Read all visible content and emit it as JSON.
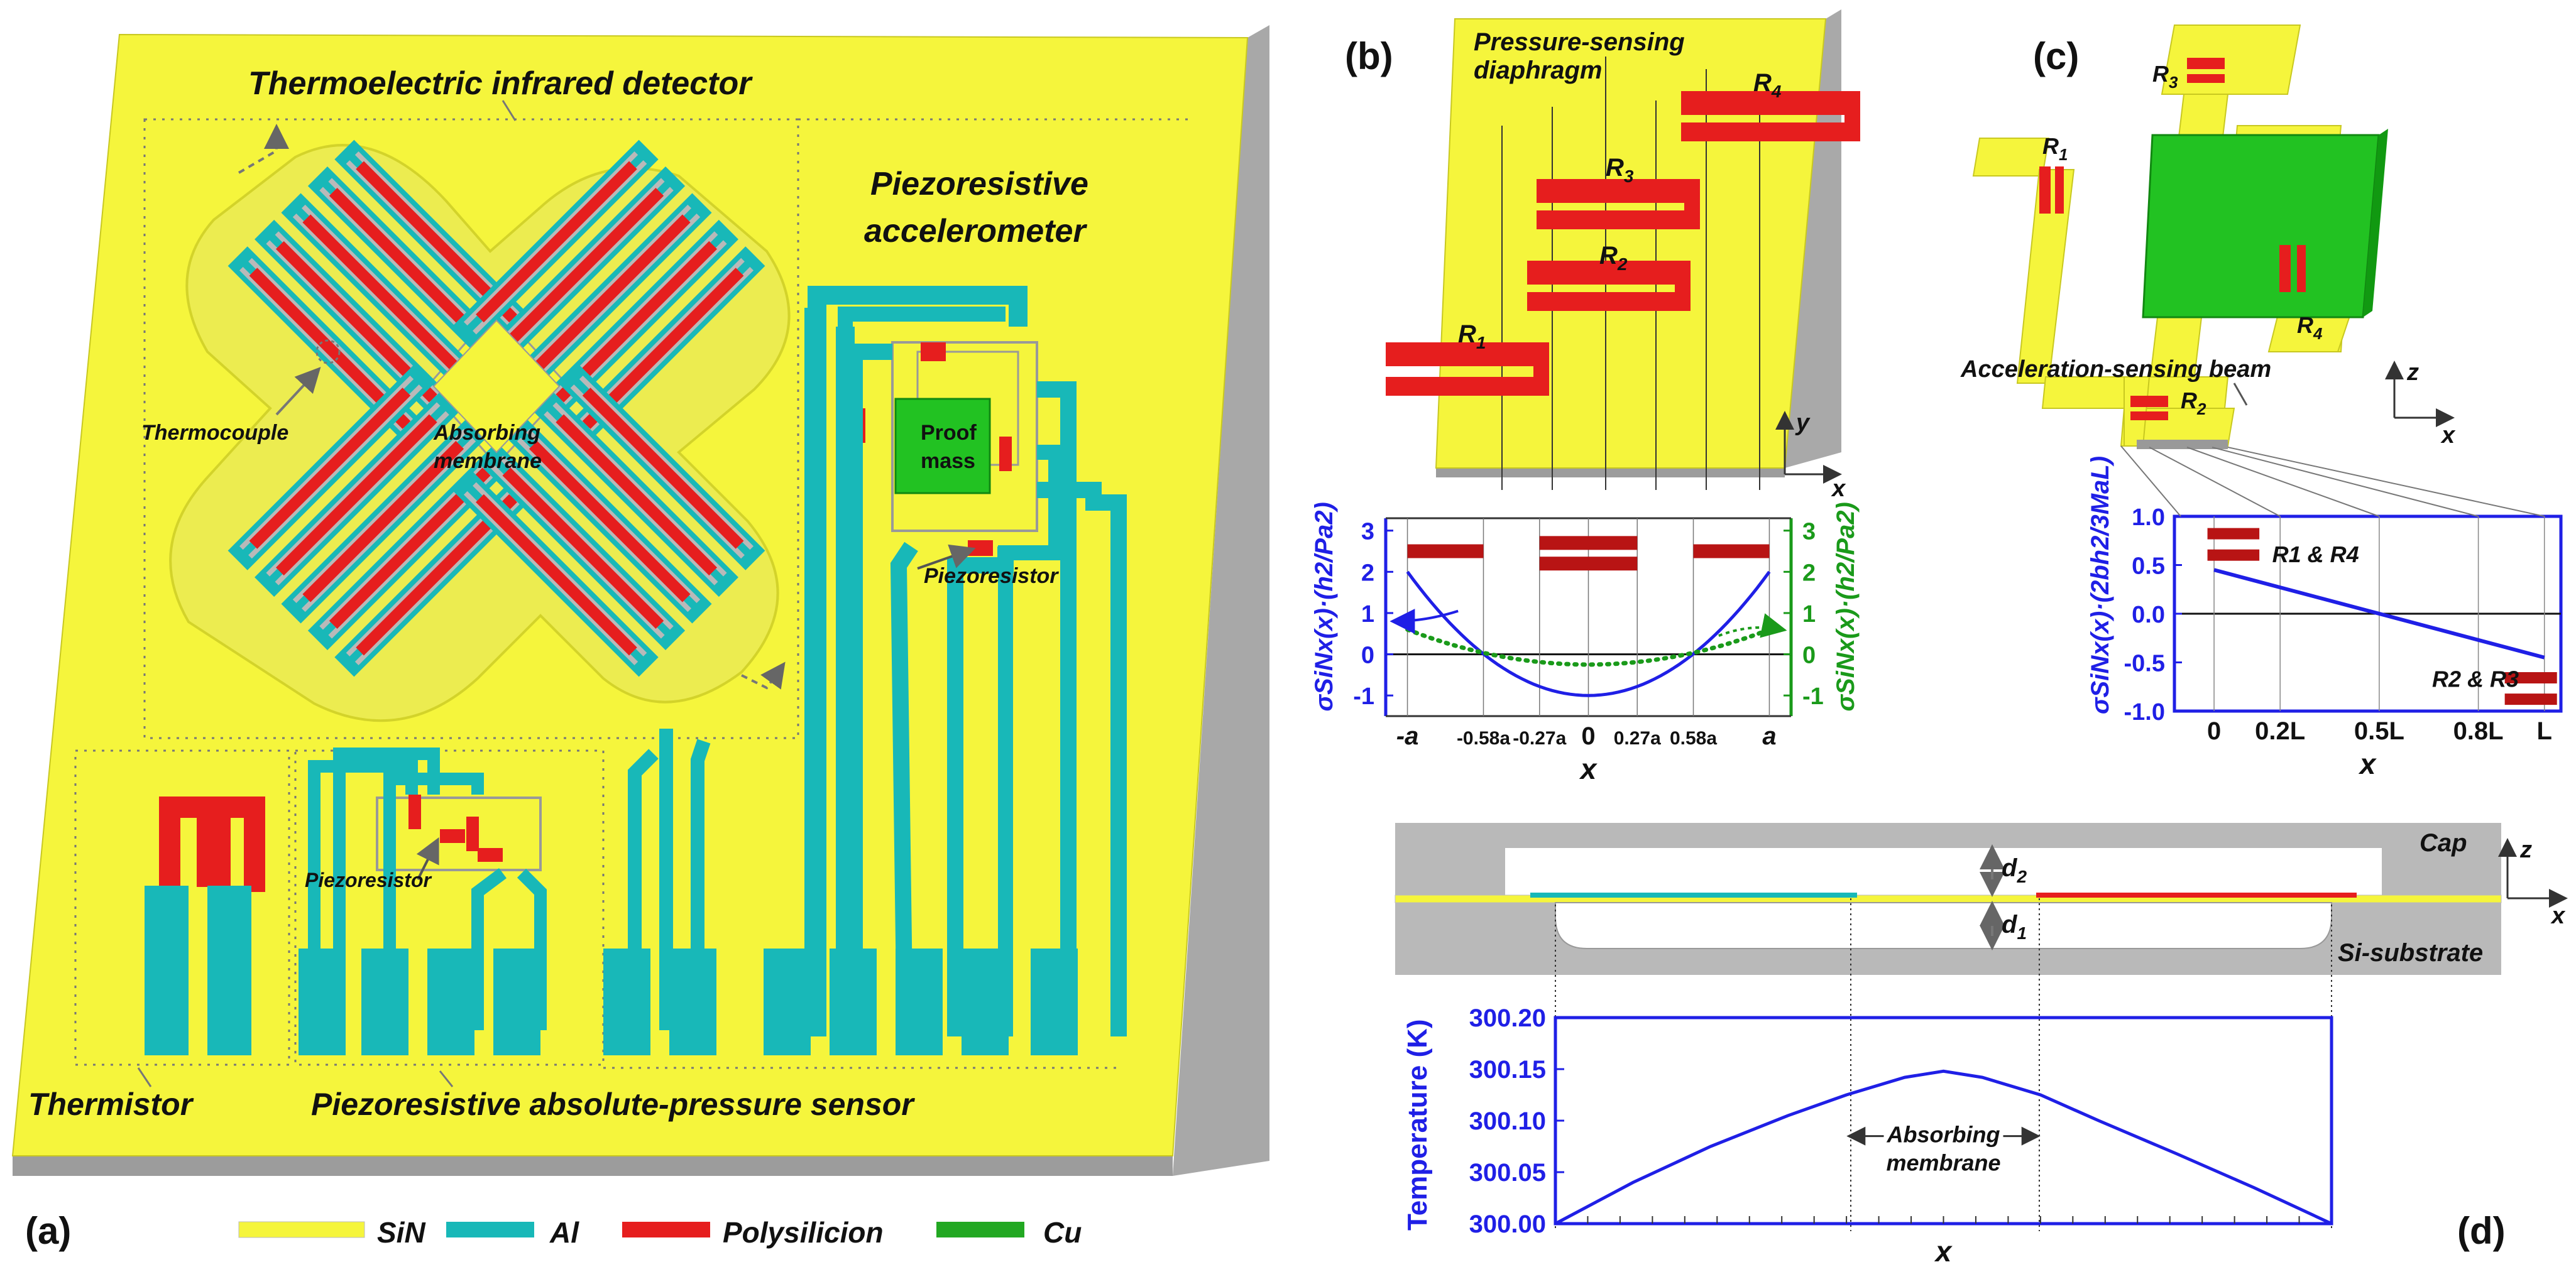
{
  "colors": {
    "sin": "#f5f53c",
    "al": "#18b8b8",
    "poly": "#e61e1e",
    "cu": "#22c222",
    "blue": "#1f1fe6",
    "green": "#1a9a1a",
    "gray": "#b9b9b9"
  },
  "panel_a": {
    "tag": "(a)",
    "title_ir": "Thermoelectric infrared detector",
    "title_acc_1": "Piezoresistive",
    "title_acc_2": "accelerometer",
    "thermocouple": "Thermocouple",
    "absorbing_1": "Absorbing",
    "absorbing_2": "membrane",
    "proof_1": "Proof",
    "proof_2": "mass",
    "piezoresistor_acc": "Piezoresistor",
    "piezoresistor_ps": "Piezoresistor",
    "thermistor": "Thermistor",
    "pressure_sensor": "Piezoresistive absolute-pressure sensor"
  },
  "legend": [
    {
      "label": "SiN",
      "color": "#f5f53c"
    },
    {
      "label": "Al",
      "color": "#18b8b8"
    },
    {
      "label": "Polysilicion",
      "color": "#e61e1e"
    },
    {
      "label": "Cu",
      "color": "#22c222"
    }
  ],
  "panel_b": {
    "tag": "(b)",
    "diaphragm_1": "Pressure-sensing",
    "diaphragm_2": "diaphragm",
    "r1": "R",
    "r1_sub": "1",
    "r2": "R",
    "r2_sub": "2",
    "r3": "R",
    "r3_sub": "3",
    "r4": "R",
    "r4_sub": "4",
    "axis_x": "x",
    "axis_y": "y"
  },
  "panel_c": {
    "tag": "(c)",
    "beam": "Acceleration-sensing beam",
    "proof_color": "#22c222",
    "axis_x": "x",
    "axis_z": "z"
  },
  "panel_d": {
    "tag": "(d)",
    "cap": "Cap",
    "substrate": "Si-substrate",
    "d2": "d",
    "d2_sub": "2",
    "d1": "d",
    "d1_sub": "1",
    "absorbing_1": "Absorbing",
    "absorbing_2": "membrane",
    "axis_z": "z",
    "axis_x": "x"
  },
  "chart_data": [
    {
      "type": "line",
      "panel": "b",
      "xlabel": "x",
      "ylabel_left": "σSiNx(x)·(h2/Pa2)",
      "ylabel_right": "σSiNx(x)·(h2/Pa2)",
      "x_ticks": [
        "-a",
        "-0.58a",
        "-0.27a",
        "0",
        "0.27a",
        "0.58a",
        "a"
      ],
      "x_tick_values": [
        -1,
        -0.58,
        -0.27,
        0,
        0.27,
        0.58,
        1
      ],
      "xlim": [
        -1.12,
        1.12
      ],
      "ylim_left": [
        -1.5,
        3.3
      ],
      "y_ticks_left": [
        -1,
        0,
        1,
        2,
        3
      ],
      "ylim_right": [
        -1.5,
        3.3
      ],
      "y_ticks_right": [
        -1,
        0,
        1,
        2,
        3
      ],
      "series": [
        {
          "axis": "left",
          "style": "solid",
          "color": "#1f1fe6",
          "x": [
            -1,
            -0.8,
            -0.58,
            -0.4,
            -0.2,
            0,
            0.2,
            0.4,
            0.58,
            0.8,
            1
          ],
          "y": [
            2.0,
            0.92,
            0.0,
            -0.52,
            -0.88,
            -1.0,
            -0.88,
            -0.52,
            0.0,
            0.92,
            2.0
          ]
        },
        {
          "axis": "right",
          "style": "dotted",
          "color": "#1a9a1a",
          "x": [
            -1,
            -0.8,
            -0.58,
            -0.4,
            -0.2,
            0,
            0.2,
            0.4,
            0.58,
            0.8,
            1
          ],
          "y": [
            0.6,
            0.27,
            0.0,
            -0.13,
            -0.22,
            -0.25,
            -0.22,
            -0.13,
            0.0,
            0.27,
            0.6
          ]
        }
      ]
    },
    {
      "type": "line",
      "panel": "c",
      "xlabel": "x",
      "ylabel": "σSiNx(x)·(2bh2/3MaL)",
      "x_ticks": [
        "0",
        "0.2L",
        "0.5L",
        "0.8L",
        "L"
      ],
      "x_tick_values": [
        0,
        0.2,
        0.5,
        0.8,
        1.0
      ],
      "xlim": [
        -0.12,
        1.05
      ],
      "ylim": [
        -1.0,
        1.0
      ],
      "y_ticks": [
        "1.0",
        "0.5",
        "0.0",
        "-0.5",
        "-1.0"
      ],
      "series": [
        {
          "color": "#1f1fe6",
          "x": [
            0,
            1
          ],
          "y": [
            0.45,
            -0.45
          ]
        }
      ],
      "annotations": [
        "R1 & R4",
        "R2 & R3"
      ]
    },
    {
      "type": "line",
      "panel": "d",
      "xlabel": "x",
      "ylabel": "Temperature (K)",
      "ylim": [
        300.0,
        300.2
      ],
      "y_ticks": [
        "300.00",
        "300.05",
        "300.10",
        "300.15",
        "300.20"
      ],
      "xlim": [
        0,
        1
      ],
      "series": [
        {
          "color": "#1f1fe6",
          "x": [
            0,
            0.1,
            0.2,
            0.3,
            0.375,
            0.45,
            0.5,
            0.55,
            0.625,
            0.7,
            0.8,
            0.9,
            1.0
          ],
          "y": [
            300.0,
            300.04,
            300.075,
            300.105,
            300.125,
            300.142,
            300.148,
            300.142,
            300.125,
            300.1,
            300.068,
            300.035,
            300.0
          ]
        }
      ],
      "annotation": "Absorbing membrane"
    }
  ]
}
